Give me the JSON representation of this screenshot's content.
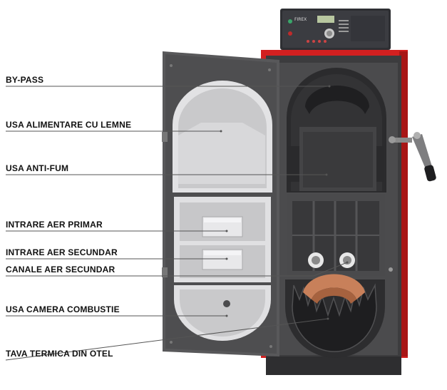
{
  "callouts": [
    {
      "id": "by-pass",
      "label": "BY-PASS"
    },
    {
      "id": "usa-alimentare",
      "label": "USA ALIMENTARE CU LEMNE"
    },
    {
      "id": "usa-anti-fum",
      "label": "USA ANTI-FUM"
    },
    {
      "id": "intrare-aer-primar",
      "label": "INTRARE AER PRIMAR"
    },
    {
      "id": "intrare-aer-secundar",
      "label": "INTRARE AER SECUNDAR"
    },
    {
      "id": "canale-aer-secundar",
      "label": "CANALE AER SECUNDAR"
    },
    {
      "id": "usa-camera-combustie",
      "label": "USA CAMERA COMBUSTIE"
    },
    {
      "id": "tava-termica",
      "label": "TAVA TERMICA DIN OTEL"
    }
  ],
  "control_panel": {
    "brand": "FIREX"
  },
  "colors": {
    "casing_red": "#d32020",
    "boiler_dark": "#3c3c3e",
    "door_gray": "#5a5a5c",
    "insulation": "#d4d4d6",
    "copper": "#c8805a",
    "leader_line": "#555555"
  }
}
